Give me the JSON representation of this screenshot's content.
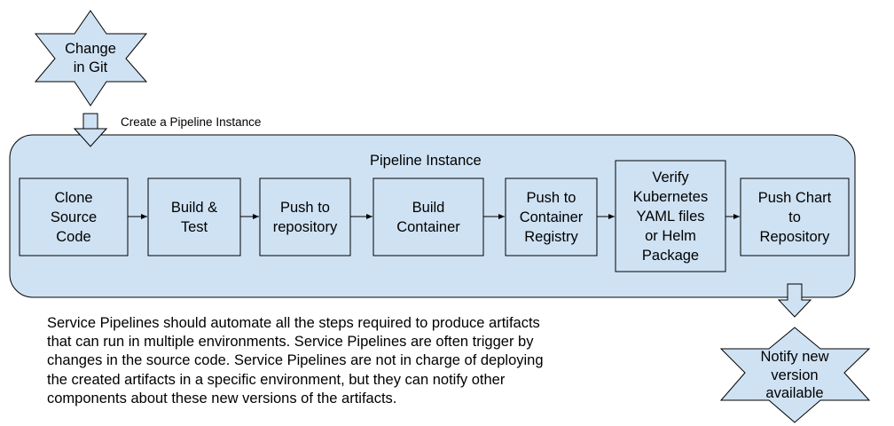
{
  "trigger": {
    "label": "Change\nin Git"
  },
  "create_caption": "Create a Pipeline Instance",
  "pipeline": {
    "title": "Pipeline Instance",
    "stages": [
      {
        "label": "Clone\nSource\nCode"
      },
      {
        "label": "Build &\nTest"
      },
      {
        "label": "Push to\nrepository"
      },
      {
        "label": "Build\nContainer"
      },
      {
        "label": "Push to\nContainer\nRegistry"
      },
      {
        "label": "Verify\nKubernetes\nYAML files\nor Helm\nPackage"
      },
      {
        "label": "Push Chart\nto\nRepository"
      }
    ]
  },
  "notify": {
    "label": "Notify new\nversion\navailable"
  },
  "description": "Service Pipelines should automate all the steps required to produce artifacts\nthat can run in multiple environments. Service Pipelines are often trigger by\nchanges in the source code. Service Pipelines are not in charge of deploying\nthe created artifacts in a specific environment, but they can notify other\ncomponents about these new versions of the artifacts.",
  "colors": {
    "fill": "#cfe2f3",
    "stroke": "#000000"
  }
}
